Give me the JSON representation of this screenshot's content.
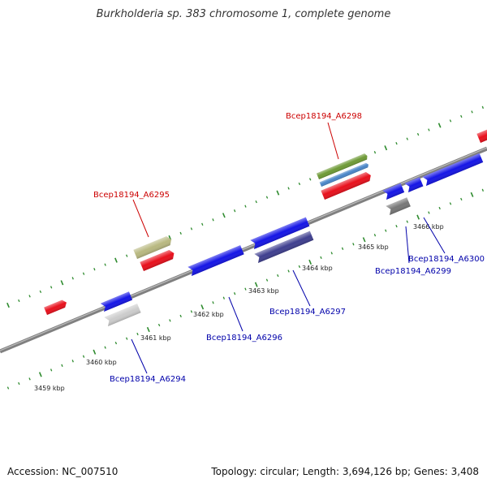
{
  "title": "Burkholderia sp. 383 chromosome 1, complete genome",
  "footer": {
    "accession": "Accession: NC_007510",
    "summary": "Topology: circular; Length: 3,694,126 bp; Genes: 3,408"
  },
  "colors": {
    "backbone": "#808080",
    "ticks": "#2e8b2e",
    "red": "#e8101c",
    "blue": "#1515e6",
    "navy": "#3f3f8f",
    "olive": "#b8b880",
    "green": "#6e9a36",
    "steel": "#4a86c8",
    "gray": "#777777",
    "silver": "#cccccc",
    "label_red": "#cc0000",
    "label_blue": "#0000aa"
  },
  "kbp_labels": [
    "3459 kbp",
    "3460 kbp",
    "3461 kbp",
    "3462 kbp",
    "3463 kbp",
    "3464 kbp",
    "3465 kbp",
    "3466 kbp"
  ],
  "gene_labels": [
    "Bcep18194_A6298",
    "Bcep18194_A6295",
    "Bcep18194_A6297",
    "Bcep18194_A6296",
    "Bcep18194_A6294",
    "Bcep18194_A6300",
    "Bcep18194_A6299"
  ]
}
